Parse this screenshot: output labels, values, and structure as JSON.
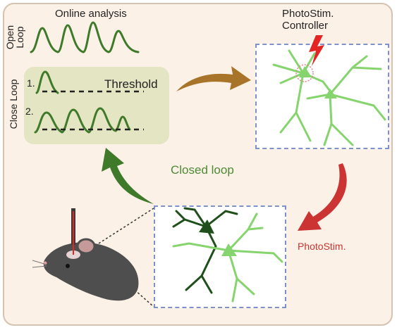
{
  "labels": {
    "online_analysis": "Online analysis",
    "open_loop": "Open\nLoop",
    "close_loop": "Close Loop",
    "threshold": "Threshold",
    "step1": "1.",
    "step2": "2.",
    "photostim_controller": "PhotoStim.\nController",
    "closed_loop": "Closed loop",
    "photostim": "PhotoStim."
  },
  "colors": {
    "trace": "#3f7a2a",
    "closed_loop_text": "#4d8a35",
    "arrow_brown": "#a7742a",
    "arrow_green": "#3f7a2a",
    "arrow_red": "#cc3333",
    "neuron_light": "#86d46d",
    "neuron_dark": "#1f4f1a",
    "lightning": "#e22626",
    "box_border": "#8090c8"
  }
}
